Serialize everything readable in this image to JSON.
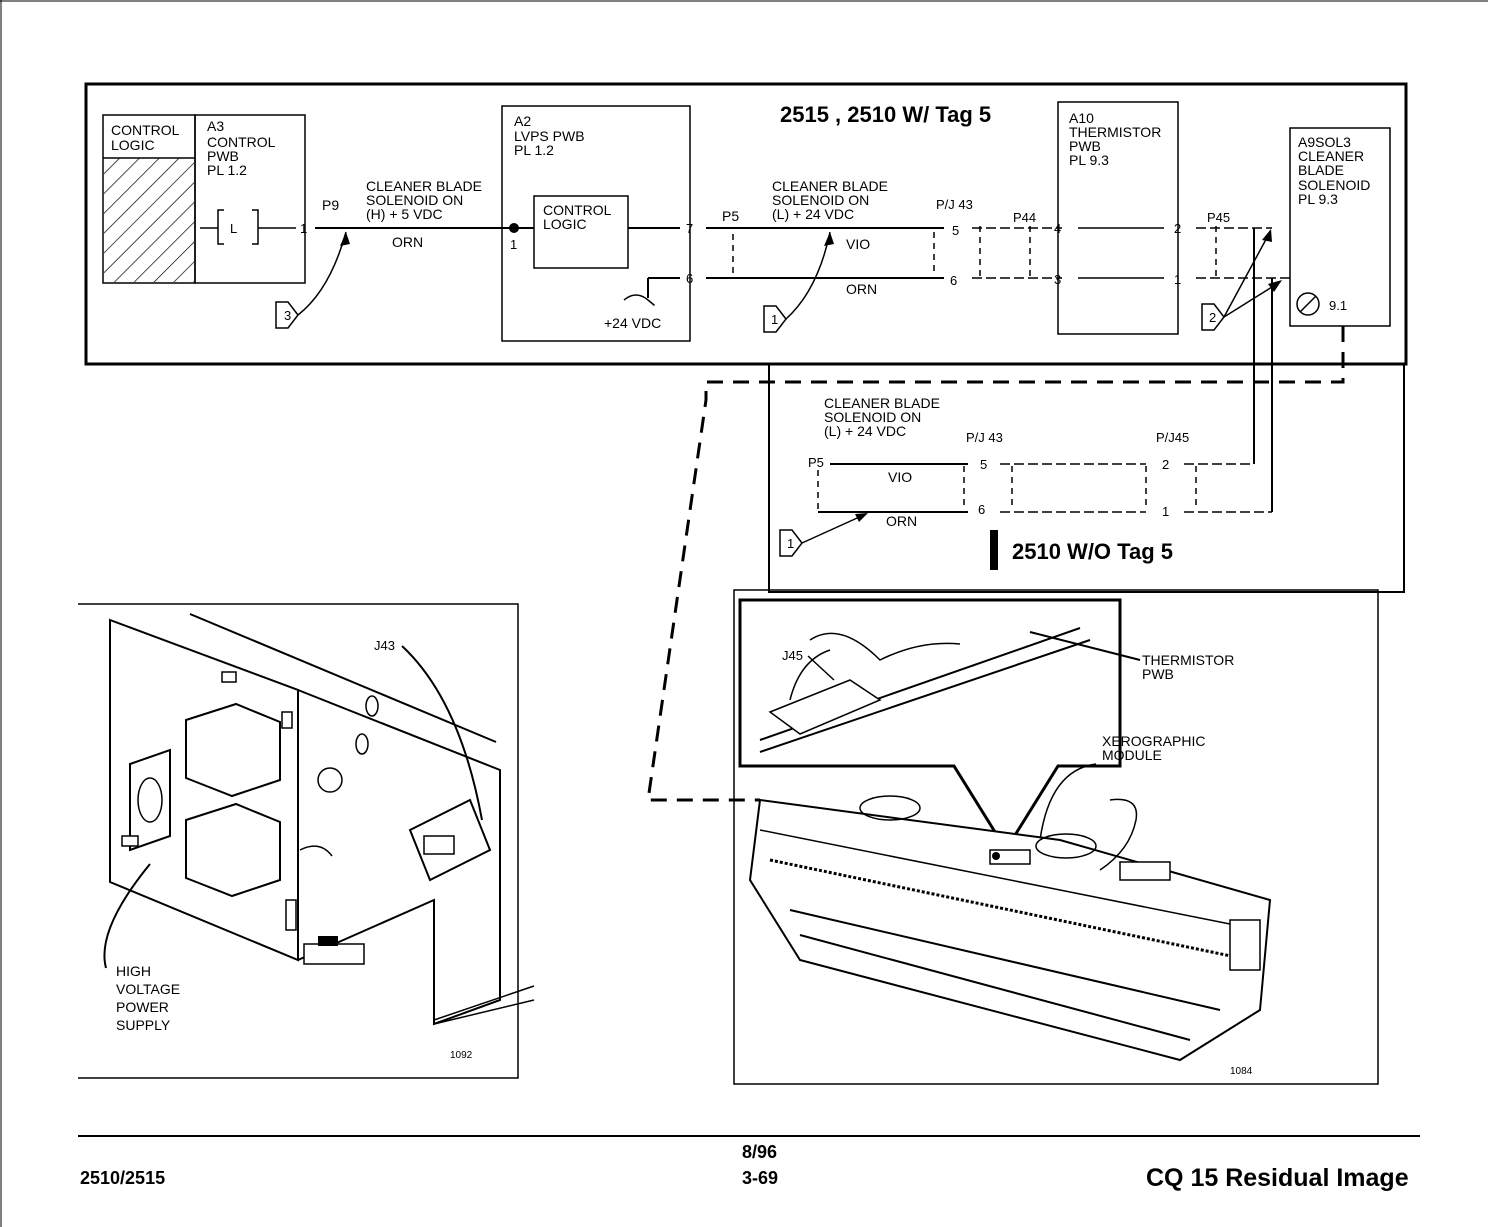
{
  "top_panel": {
    "title": "2515 , 2510 W/ Tag 5",
    "control_logic_block": [
      "CONTROL",
      "LOGIC"
    ],
    "a3": [
      "A3",
      "CONTROL",
      "PWB",
      "PL 1.2"
    ],
    "latch_symbol": "L",
    "pin_1": "1",
    "p9": "P9",
    "signal_h": [
      "CLEANER BLADE",
      "SOLENOID ON",
      "(H) + 5 VDC"
    ],
    "wire_orn": "ORN",
    "a2": [
      "A2",
      "LVPS PWB",
      "PL 1.2"
    ],
    "a2_pin_1": "1",
    "a2_logic": [
      "CONTROL",
      "LOGIC"
    ],
    "pin_7": "7",
    "pin_6": "6",
    "vdc_24": "+24 VDC",
    "signal_l": [
      "CLEANER BLADE",
      "SOLENOID ON",
      "(L) + 24 VDC"
    ],
    "p5": "P5",
    "pj43": "P/J 43",
    "pin_5": "5",
    "pin_6b": "6",
    "wire_vio": "VIO",
    "wire_orn2": "ORN",
    "p44": "P44",
    "a10": [
      "A10",
      "THERMISTOR",
      "PWB",
      "PL 9.3"
    ],
    "pin_4": "4",
    "pin_3": "3",
    "pin_2": "2",
    "pin_1b": "1",
    "p45": "P45",
    "a9": [
      "A9SOL3",
      "CLEANER",
      "BLADE",
      "SOLENOID",
      "PL 9.3"
    ],
    "ref_91": "9.1",
    "callout_3": "3",
    "callout_1": "1",
    "callout_2": "2"
  },
  "lower_panel": {
    "title": "2510 W/O Tag 5",
    "signal_l": [
      "CLEANER BLADE",
      "SOLENOID ON",
      "(L) + 24 VDC"
    ],
    "pj43": "P/J 43",
    "pj45": "P/J45",
    "p5": "P5",
    "pin_5": "5",
    "pin_6": "6",
    "pin_2": "2",
    "pin_1": "1",
    "wire_vio": "VIO",
    "wire_orn": "ORN",
    "callout_1": "1"
  },
  "left_figure": {
    "connector": "J43",
    "label": [
      "HIGH",
      "VOLTAGE",
      "POWER",
      "SUPPLY"
    ],
    "fig_number": "1092"
  },
  "right_figure": {
    "connector": "J45",
    "thermistor": [
      "THERMISTOR",
      "PWB"
    ],
    "module": [
      "XEROGRAPHIC",
      "MODULE"
    ],
    "fig_number": "1084"
  },
  "footer": {
    "left": "2510/2515",
    "date": "8/96",
    "page": "3-69",
    "title": "CQ 15 Residual Image"
  }
}
